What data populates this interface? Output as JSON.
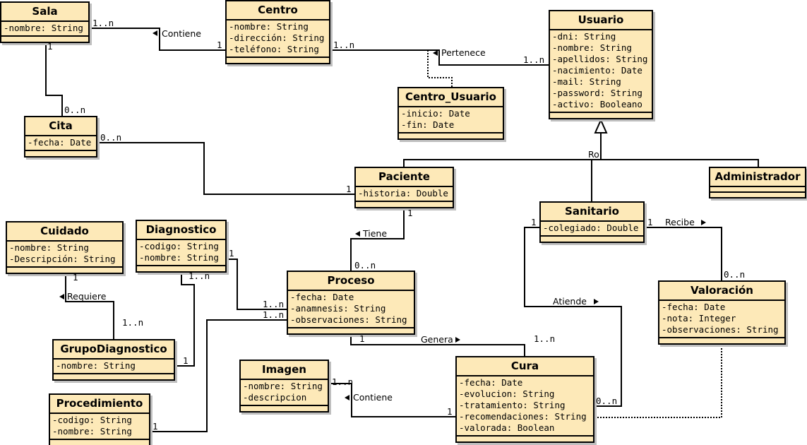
{
  "colors": {
    "class_fill": "#fde9b8",
    "line": "#000000",
    "shadow": "#bfbfbf"
  },
  "classes": {
    "sala": {
      "name": "Sala",
      "attrs": [
        "-nombre: String"
      ]
    },
    "centro": {
      "name": "Centro",
      "attrs": [
        "-nombre: String",
        "-dirección: String",
        "-teléfono: String"
      ]
    },
    "usuario": {
      "name": "Usuario",
      "attrs": [
        "-dni: String",
        "-nombre: String",
        "-apellidos: String",
        "-nacimiento: Date",
        "-mail: String",
        "-password: String",
        "-activo: Booleano"
      ]
    },
    "centro_usuario": {
      "name": "Centro_Usuario",
      "attrs": [
        "-inicio: Date",
        "-fin: Date"
      ]
    },
    "cita": {
      "name": "Cita",
      "attrs": [
        "-fecha: Date"
      ]
    },
    "paciente": {
      "name": "Paciente",
      "attrs": [
        "-historia: Double"
      ]
    },
    "administrador": {
      "name": "Administrador",
      "attrs": []
    },
    "sanitario": {
      "name": "Sanitario",
      "attrs": [
        "-colegiado: Double"
      ]
    },
    "cuidado": {
      "name": "Cuidado",
      "attrs": [
        "-nombre: String",
        "-Descripción: String"
      ]
    },
    "diagnostico": {
      "name": "Diagnostico",
      "attrs": [
        "-codigo: String",
        "-nombre: String"
      ]
    },
    "proceso": {
      "name": "Proceso",
      "attrs": [
        "-fecha: Date",
        "-anamnesis: String",
        "-observaciones: String"
      ]
    },
    "valoracion": {
      "name": "Valoración",
      "attrs": [
        "-fecha: Date",
        "-nota: Integer",
        "-observaciones: String"
      ]
    },
    "grupodiagnostico": {
      "name": "GrupoDiagnostico",
      "attrs": [
        "-nombre: String"
      ]
    },
    "imagen": {
      "name": "Imagen",
      "attrs": [
        "-nombre: String",
        "-descripcion"
      ]
    },
    "cura": {
      "name": "Cura",
      "attrs": [
        "-fecha: Date",
        "-evolucion: String",
        "-tratamiento: String",
        "-recomendaciones: String",
        "-valorada: Boolean"
      ]
    },
    "procedimiento": {
      "name": "Procedimiento",
      "attrs": [
        "-codigo: String",
        "-nombre: String"
      ]
    }
  },
  "labels": {
    "sala_centro_name": "Contiene",
    "sala_centro_m1": "1..n",
    "sala_centro_m2": "1",
    "centro_usuario_name": "Pertenece",
    "centro_usuario_m1": "1..n",
    "centro_usuario_m2": "1..n",
    "sala_cita_m1": "1",
    "sala_cita_m2": "0..n",
    "cita_paciente_m1": "0..n",
    "cita_paciente_m2": "1",
    "rol": "Rol",
    "paciente_proceso_name": "Tiene",
    "paciente_proceso_m1": "1",
    "paciente_proceso_m2": "0..n",
    "cuidado_grupo_name": "Requiere",
    "cuidado_grupo_m1": "1",
    "cuidado_grupo_m2": "1..n",
    "diag_proceso_m1": "1",
    "diag_proceso_m2": "1..n",
    "diag_grupo_m1": "1..n",
    "diag_grupo_m2": "1",
    "proc_procedimiento_m1": "1..n",
    "proc_procedimiento_m2": "1",
    "proceso_cura_name": "Genera",
    "proceso_cura_m1": "1",
    "proceso_cura_m2": "1..n",
    "sanitario_valoracion_name": "Recibe",
    "sanitario_valoracion_m1": "1",
    "sanitario_valoracion_m2": "0..n",
    "sanitario_cura_name": "Atiende",
    "sanitario_cura_m1": "1",
    "sanitario_cura_m2": "0..n",
    "imagen_cura_name": "Contiene",
    "imagen_cura_m1": "1..n",
    "imagen_cura_m2": "1"
  }
}
